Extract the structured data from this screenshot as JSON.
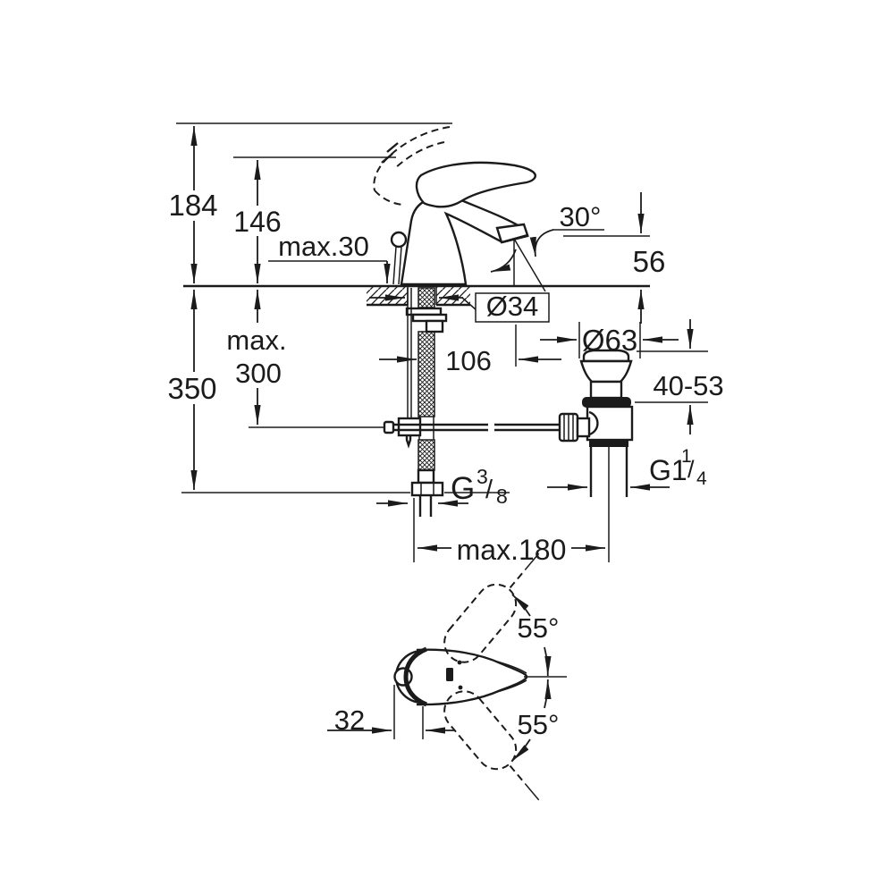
{
  "colors": {
    "ink": "#1b1b1b",
    "background": "#ffffff"
  },
  "side_view": {
    "height_overall": "184",
    "height_to_lever": "146",
    "deck_thickness_max": "max.30",
    "spout_angle": "30°",
    "outlet_height": "56",
    "mounting_hole_diameter": "Ø34",
    "spout_reach": "106",
    "below_deck_max_line1": "max.",
    "below_deck_max_line2": "300",
    "below_deck_total": "350",
    "waste_flange_diameter": "Ø63",
    "waste_deck_range": "40-53",
    "supply_thread": {
      "prefix": "G",
      "numerator": "3",
      "divider": "/",
      "denominator": "8"
    },
    "waste_thread": {
      "prefix": "G1",
      "numerator": "1",
      "divider": "/",
      "denominator": "4"
    },
    "rod_reach_max": "max.180"
  },
  "top_view": {
    "swivel_upper": "55°",
    "swivel_lower": "55°",
    "lever_offset": "32"
  }
}
